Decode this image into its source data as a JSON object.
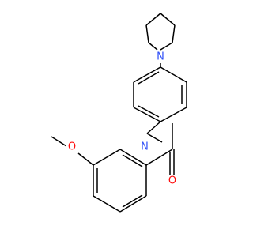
{
  "molecule": {
    "atoms": [
      {
        "id": "Cme",
        "label": "",
        "color": "#000000"
      },
      {
        "id": "O1",
        "label": "O",
        "color": "#ff0d0d"
      },
      {
        "id": "O2",
        "label": "O",
        "color": "#ff0d0d"
      },
      {
        "id": "N1",
        "label": "N",
        "color": "#3050f8"
      },
      {
        "id": "N2",
        "label": "N",
        "color": "#3050f8"
      }
    ],
    "bond_color": "#000000"
  }
}
